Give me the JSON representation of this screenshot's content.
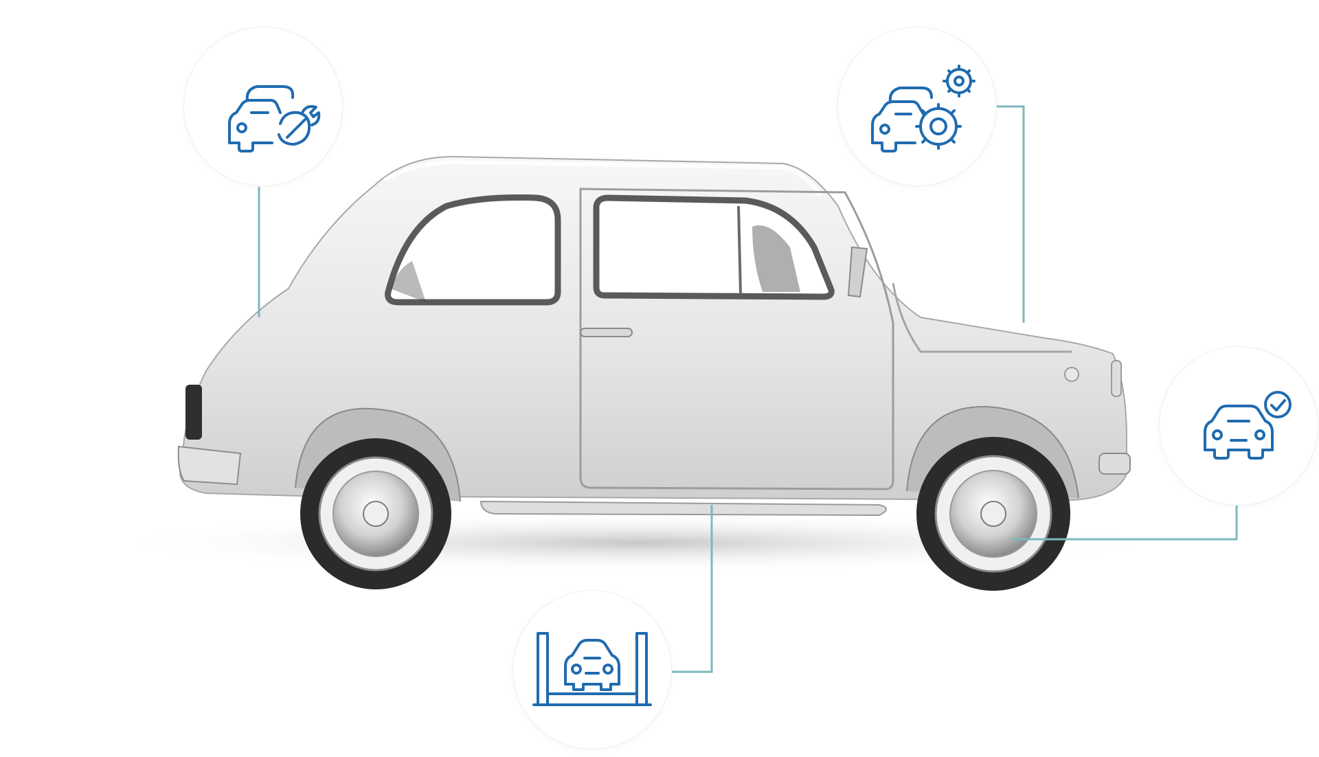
{
  "colors": {
    "icon_stroke": "#1f6bb0",
    "connector": "#7cb9bd",
    "circle_fill": "#ffffff",
    "circle_border": "#eeeeee",
    "car_body": "#ececec",
    "car_outline": "#9a9a9a",
    "tire": "#2b2b2b"
  },
  "illustration": {
    "subject": "car-side-view",
    "hotspots": [
      {
        "id": "repair",
        "icon": "car-wrench-icon"
      },
      {
        "id": "maintenance",
        "icon": "car-gears-icon"
      },
      {
        "id": "inspection",
        "icon": "car-checkmark-icon"
      },
      {
        "id": "lift-service",
        "icon": "car-lift-icon"
      }
    ]
  }
}
